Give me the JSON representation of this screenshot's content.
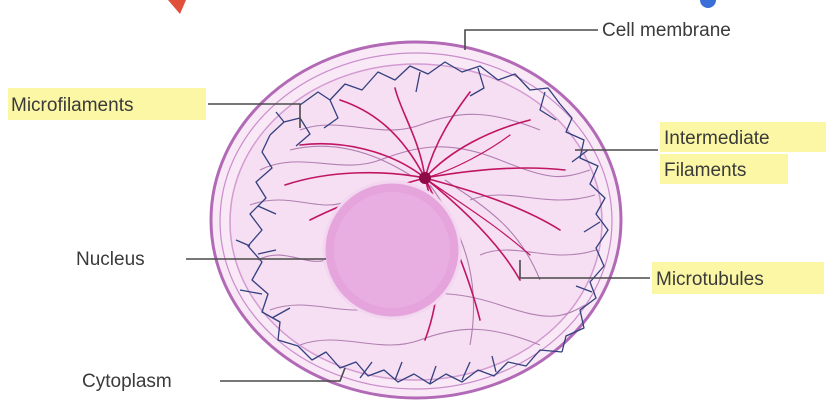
{
  "labels": {
    "cell_membrane": "Cell membrane",
    "microfilaments": "Microfilaments",
    "intermediate_line1": "Intermediate",
    "intermediate_line2": "Filaments",
    "nucleus": "Nucleus",
    "microtubules": "Microtubules",
    "cytoplasm": "Cytoplasm"
  },
  "colors": {
    "membrane": "#b26ab6",
    "cytoplasm": "#f6def3",
    "nucleus": "#e6a4dc",
    "microtubule": "#c01562",
    "microfilament": "#33407e",
    "highlight": "#fbf7a4"
  }
}
